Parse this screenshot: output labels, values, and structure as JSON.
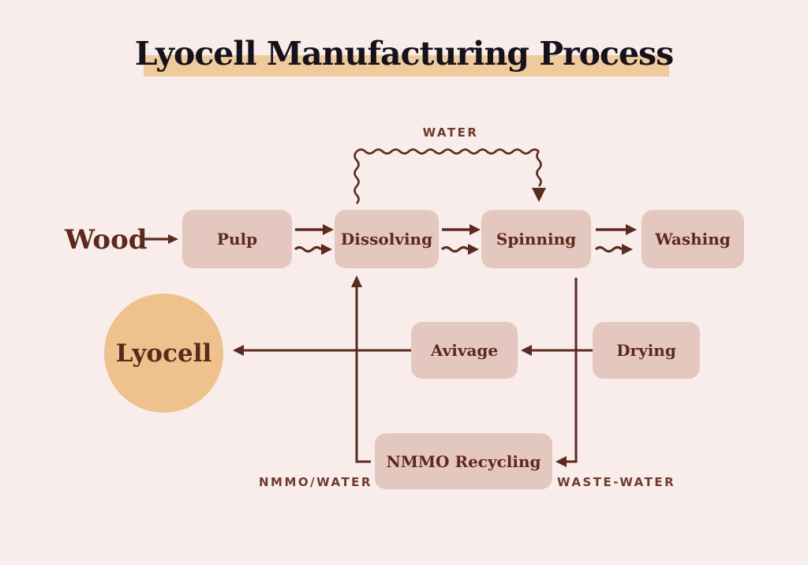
{
  "title": {
    "text": "Lyocell Manufacturing Process"
  },
  "colors": {
    "background": "#f8edeb",
    "box_fill": "#e4c7bf",
    "circle_fill": "#efc18c",
    "title_highlight": "#eeca9d",
    "line_maroon": "#5d2a1e",
    "text_maroon": "#5d291c",
    "stream_label_maroon": "#6d3a2b",
    "title_text": "#17121a"
  },
  "diagram": {
    "source": {
      "label": "Wood"
    },
    "product": {
      "label": "Lyocell"
    },
    "boxes": [
      {
        "label": "Pulp"
      },
      {
        "label": "Dissolving"
      },
      {
        "label": "Spinning"
      },
      {
        "label": "Washing"
      },
      {
        "label": "Avivage"
      },
      {
        "label": "Drying"
      },
      {
        "label": "NMMO Recycling"
      }
    ],
    "stream_labels": {
      "water": "WATER",
      "nmmo_water": "NMMO/WATER",
      "waste_water": "WASTE-WATER"
    }
  }
}
